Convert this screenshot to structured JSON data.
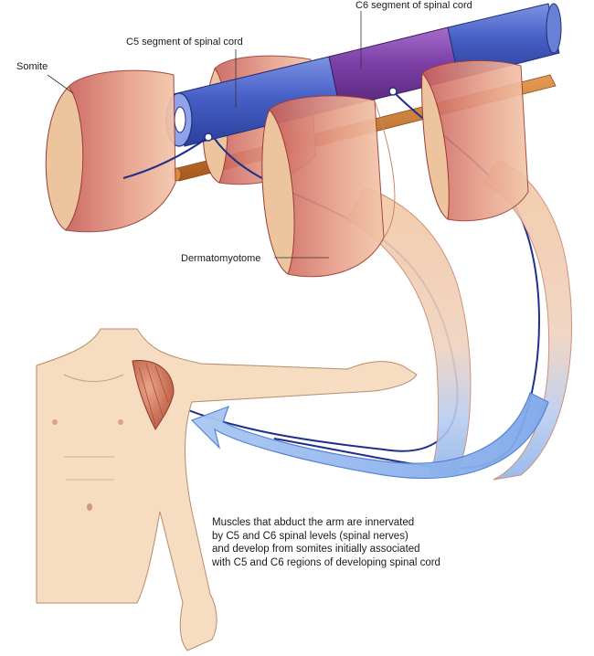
{
  "labels": {
    "somite": "Somite",
    "c5": "C5 segment of spinal cord",
    "c6": "C6 segment of spinal cord",
    "dermatomyotome": "Dermatomyotome"
  },
  "caption": [
    "Muscles that abduct the arm are innervated",
    "by C5 and C6 spinal levels (spinal nerves)",
    "and develop from somites initially associated",
    "with C5 and C6 regions of developing spinal cord"
  ],
  "colors": {
    "c5_segment": "#4a63c8",
    "c6_segment": "#7b3fa6",
    "notochord": "#c8762a",
    "somite_fill": "#e9a58f",
    "skin": "#f6dcc0",
    "muscle": "#d98a72",
    "nerve": "#1f2f8a",
    "arrow": "#8fb4ec"
  }
}
